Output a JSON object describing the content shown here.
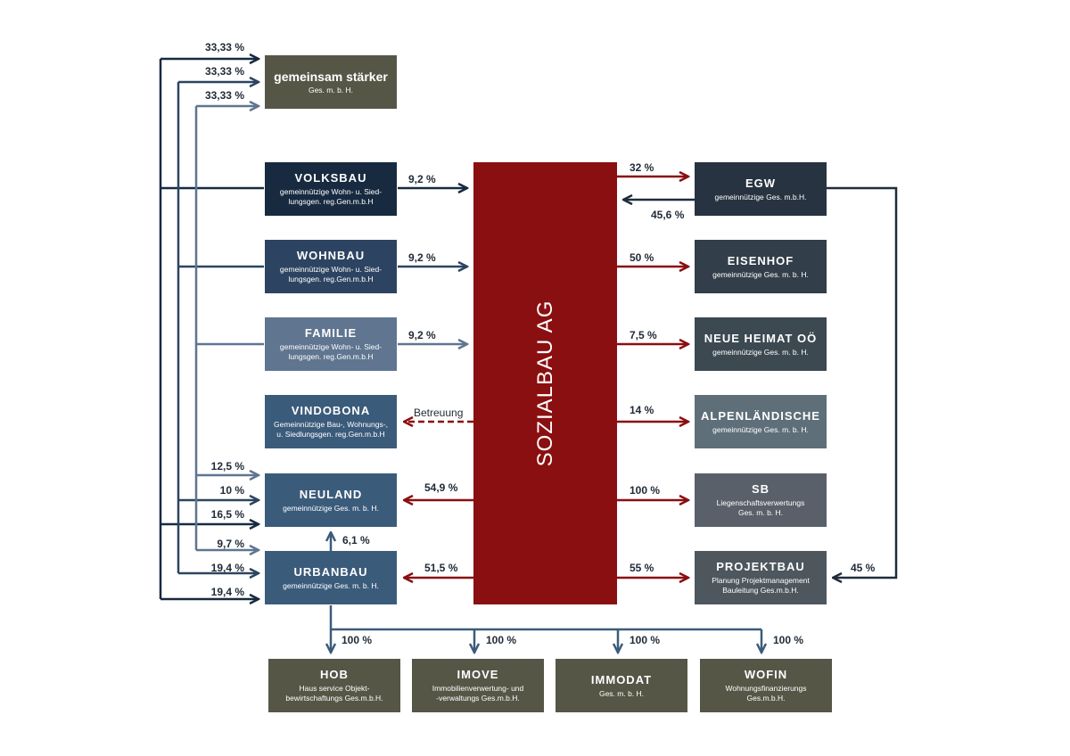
{
  "center": {
    "name": "SOZIALBAU AG"
  },
  "owners_top": {
    "name": "gemeinsam stärker",
    "sub": "Ges. m. b. H.",
    "shares": [
      "33,33 %",
      "33,33 %",
      "33,33 %"
    ]
  },
  "left_boxes": [
    {
      "name": "VOLKSBAU",
      "sub": "gemeinnützige Wohn- u. Sied-\nlungsgen. reg.Gen.m.b.H",
      "share": "9,2 %"
    },
    {
      "name": "WOHNBAU",
      "sub": "gemeinnützige Wohn- u. Sied-\nlungsgen. reg.Gen.m.b.H",
      "share": "9,2 %"
    },
    {
      "name": "FAMILIE",
      "sub": "gemeinnützige Wohn- u. Sied-\nlungsgen. reg.Gen.m.b.H",
      "share": "9,2 %"
    },
    {
      "name": "VINDOBONA",
      "sub": "Gemeinnützige Bau-, Wohnungs-,\nu. Siedlungsgen. reg.Gen.m.b.H",
      "share": "Betreuung"
    },
    {
      "name": "NEULAND",
      "sub": "gemeinnützige Ges. m. b. H.",
      "share": "54,9 %"
    },
    {
      "name": "URBANBAU",
      "sub": "gemeinnützige Ges. m. b. H.",
      "share": "51,5 %"
    }
  ],
  "neuland_shares": [
    "12,5 %",
    "10 %",
    "16,5 %"
  ],
  "urbanbau_shares": [
    "9,7 %",
    "19,4 %",
    "19,4 %"
  ],
  "urbanbau_to_neuland": "6,1 %",
  "right_boxes": [
    {
      "name": "EGW",
      "sub": "gemeinnützige Ges. m.b.H.",
      "share": "32 %",
      "back_share": "45,6 %"
    },
    {
      "name": "EISENHOF",
      "sub": "gemeinnützige Ges. m. b. H.",
      "share": "50 %"
    },
    {
      "name": "NEUE HEIMAT OÖ",
      "sub": "gemeinnützige Ges. m. b. H.",
      "share": "7,5 %"
    },
    {
      "name": "ALPENLÄNDISCHE",
      "sub": "gemeinnützige Ges. m. b. H.",
      "share": "14 %"
    },
    {
      "name": "SB",
      "sub": "Liegenschaftsverwertungs\nGes. m. b. H.",
      "share": "100 %"
    },
    {
      "name": "PROJEKTBAU",
      "sub": "Planung Projektmanagement\nBauleitung Ges.m.b.H.",
      "share": "55 %"
    }
  ],
  "egw_to_projektbau": "45 %",
  "bottom_boxes": [
    {
      "name": "HOB",
      "sub": "Haus service Objekt-\nbewirtschaftungs Ges.m.b.H.",
      "share": "100 %"
    },
    {
      "name": "IMOVE",
      "sub": "Immobilienverwertung- und\n-verwaltungs Ges.m.b.H.",
      "share": "100 %"
    },
    {
      "name": "IMMODAT",
      "sub": "Ges. m. b. H.",
      "share": "100 %"
    },
    {
      "name": "WOFIN",
      "sub": "Wohnungsfinanzierungs\nGes.m.b.H.",
      "share": "100 %"
    }
  ],
  "colors": {
    "navy": "#172a40",
    "steel": "#2c4461",
    "light_steel": "#5f7590",
    "blue": "#3b5b7b",
    "olive": "#565647",
    "red": "#8a0f10",
    "arrow_red": "#8a0f10",
    "arrow_dark": "#1f2d3d"
  }
}
